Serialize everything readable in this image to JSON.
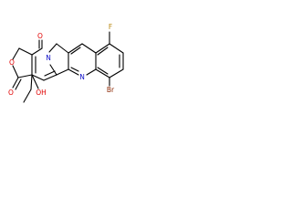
{
  "structure": {
    "atoms": {
      "f": "F",
      "br": "Br",
      "n_ring": "N",
      "n_quinoline": "N",
      "o_ketone": "O",
      "o_ring": "O",
      "o_lactone": "O",
      "oh": "OH"
    },
    "colors": {
      "F": "#B8860B",
      "Br": "#8B2500",
      "N": "#1010C8",
      "O": "#E00000",
      "bond": "#000000"
    }
  }
}
